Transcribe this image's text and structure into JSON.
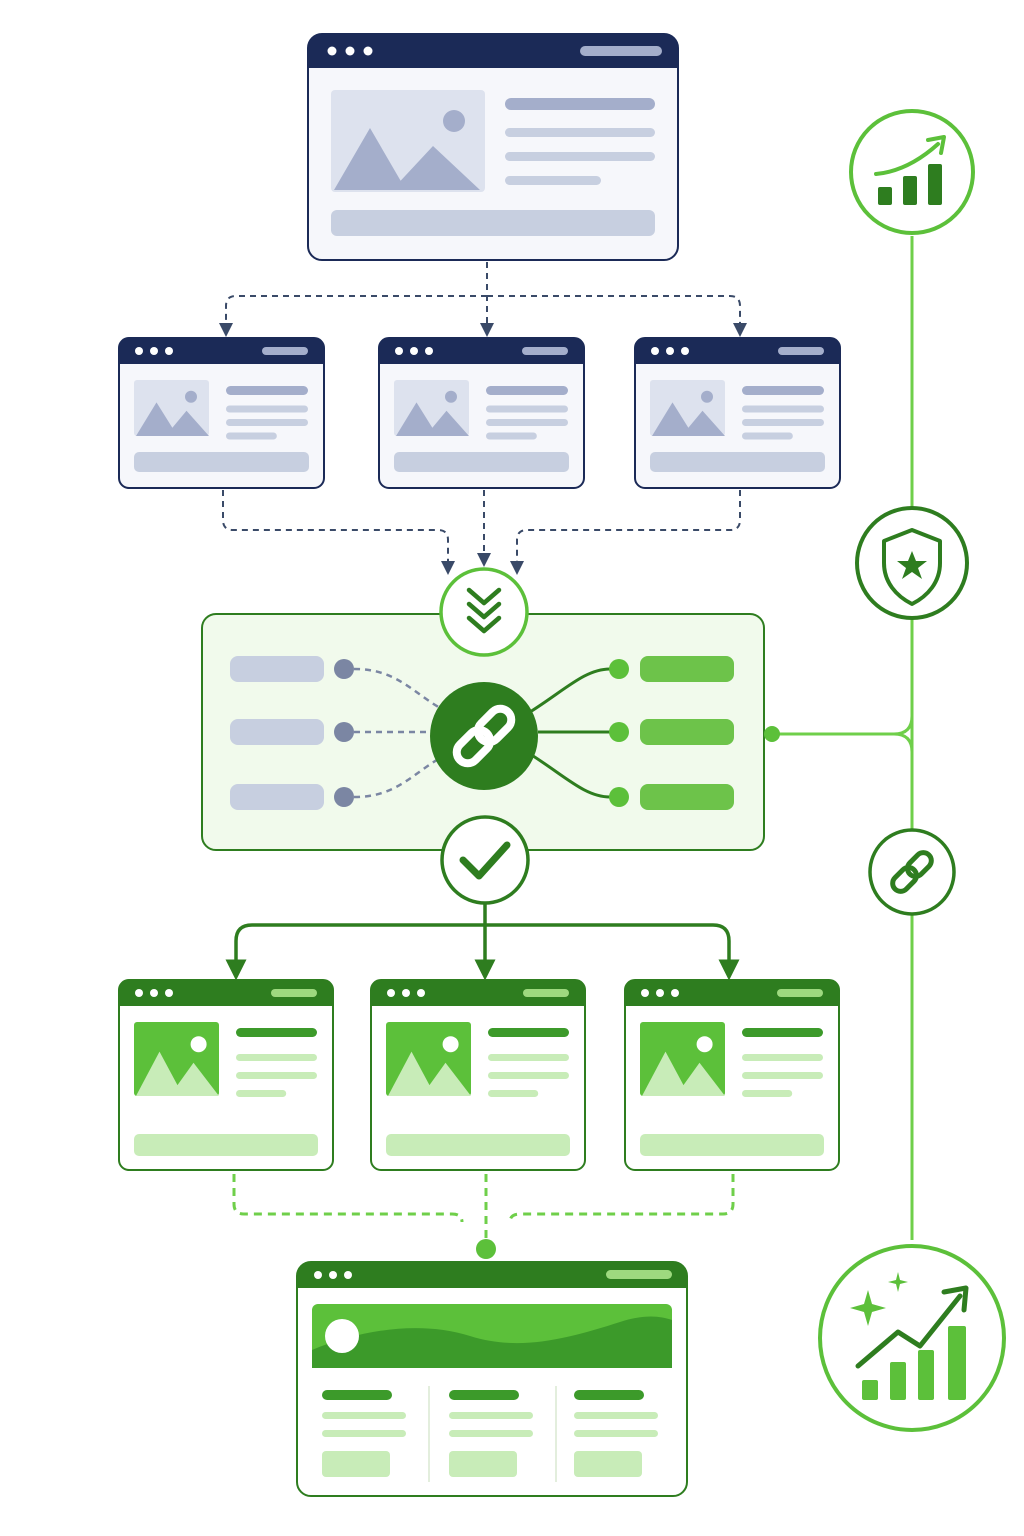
{
  "colors": {
    "navy": "#1b2a57",
    "slate_fill": "#f6f7fb",
    "slate_block": "#c7cfe0",
    "slate_bar": "#a4aecb",
    "slate_dash": "#3a4a68",
    "green_dark": "#2e7d1f",
    "green_mid": "#5cc03a",
    "green_light": "#c8ecb8",
    "green_pale": "#f1faec",
    "green_line": "#6fcf4a",
    "white": "#ffffff"
  },
  "icons": {
    "merge": "chevrons-down-icon",
    "hub": "link-icon",
    "verify": "checkmark-icon",
    "rail_top": "growth-chart-icon",
    "rail_security": "shield-star-icon",
    "rail_link": "link-icon",
    "rail_bottom": "sparkle-growth-chart-icon"
  },
  "structure": {
    "source_pages": 1,
    "fanout_pages": 3,
    "hub_inputs": 3,
    "hub_outputs": 3,
    "linked_pages": 3,
    "result_pages": 1,
    "result_columns": 3
  }
}
